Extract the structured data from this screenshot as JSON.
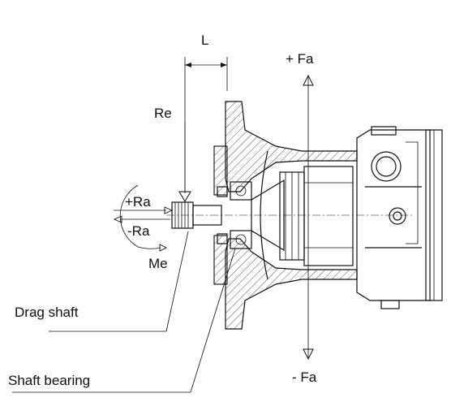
{
  "labels": {
    "L": "L",
    "Re": "Re",
    "plus_Fa": "+ Fa",
    "minus_Fa": "- Fa",
    "plus_Ra": "+Ra",
    "minus_Ra": "-Ra",
    "Me": "Me",
    "drag_shaft": "Drag shaft",
    "shaft_bearing": "Shaft bearing"
  }
}
